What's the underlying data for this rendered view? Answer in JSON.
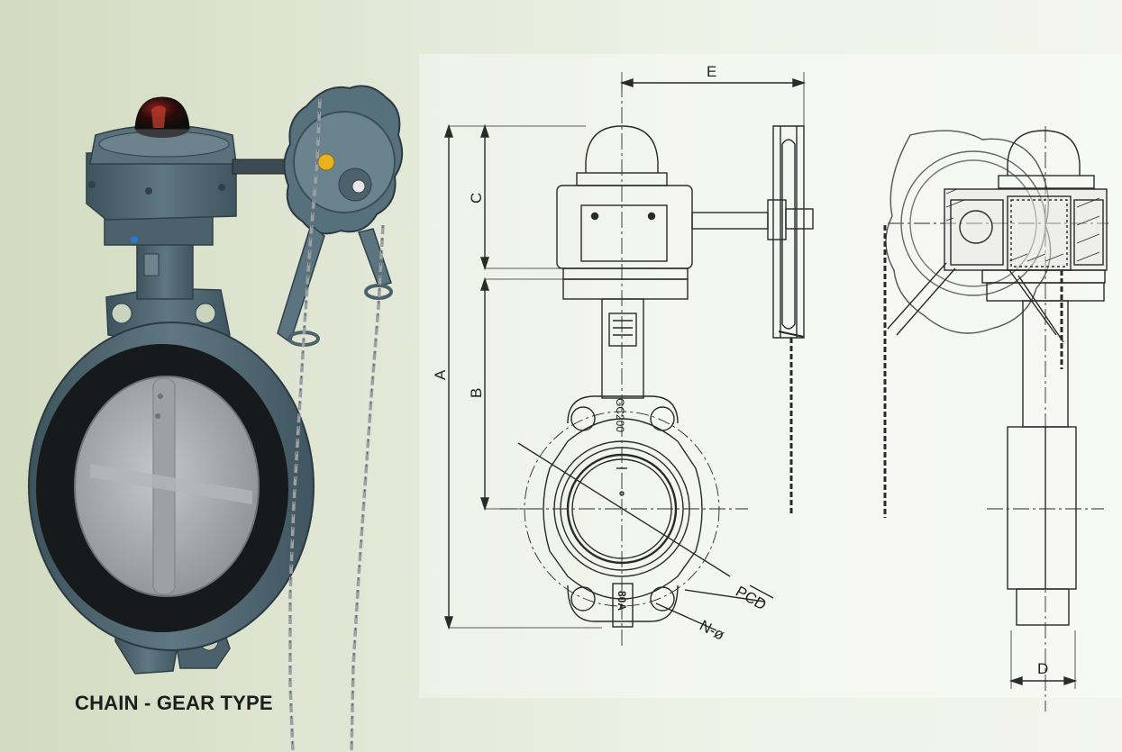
{
  "caption": "CHAIN - GEAR TYPE",
  "dimension_labels": {
    "a": "A",
    "b": "B",
    "c": "C",
    "d": "D",
    "e": "E",
    "pcd": "PCD",
    "n_dia": "N-ø"
  },
  "body_markings": {
    "material": "GC200",
    "size": "80A"
  },
  "colors": {
    "valve_body": "#4d6570",
    "rubber_seat": "#161a1c",
    "disc": "#a4a9ac",
    "chain": "#9a9fa3",
    "line_art": "#2a2a2a"
  }
}
